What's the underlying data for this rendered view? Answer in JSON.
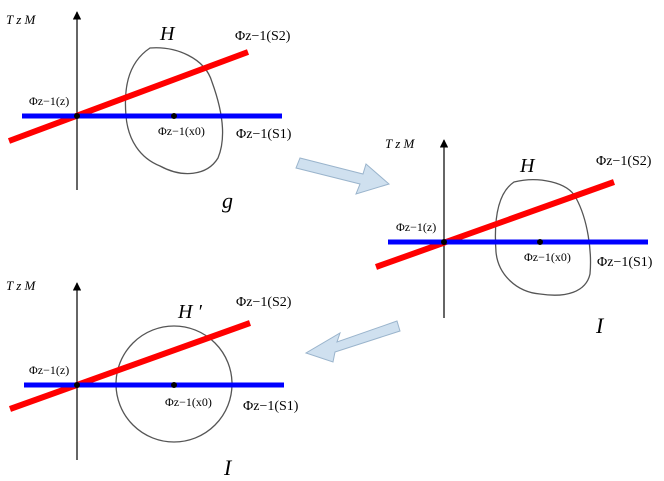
{
  "colors": {
    "red_line": "#ff0000",
    "blue_line": "#0000ff",
    "arrow_fill": "#cfe0ef",
    "arrow_stroke": "#9ab4cc"
  },
  "panels": [
    {
      "axis_label": "T z M",
      "region_label": "H",
      "caption": "g",
      "red_line_label": "Φz−1(S2)",
      "blue_line_label": "Φz−1(S1)",
      "origin_label": "Φz−1(z)",
      "point_label": "Φz−1(x0)"
    },
    {
      "axis_label": "T z M",
      "region_label": "H",
      "caption": "I",
      "red_line_label": "Φz−1(S2)",
      "blue_line_label": "Φz−1(S1)",
      "origin_label": "Φz−1(z)",
      "point_label": "Φz−1(x0)"
    },
    {
      "axis_label": "T z M",
      "region_label": "H ′",
      "caption": "I",
      "red_line_label": "Φz−1(S2)",
      "blue_line_label": "Φz−1(S1)",
      "origin_label": "Φz−1(z)",
      "point_label": "Φz−1(x0)"
    }
  ]
}
